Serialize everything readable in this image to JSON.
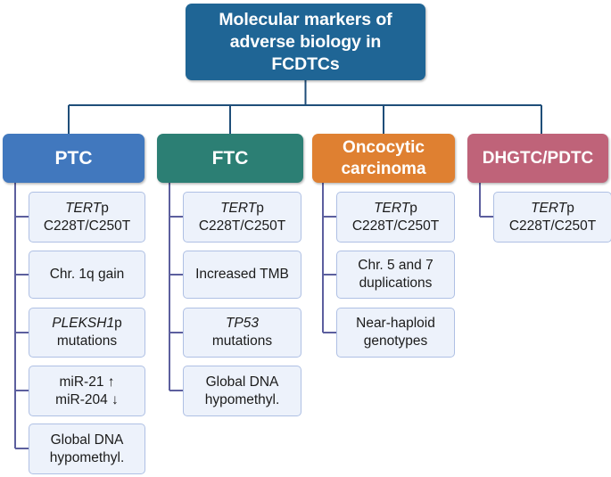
{
  "diagram": {
    "type": "hierarchical-tree",
    "root": {
      "label": "Molecular markers of\nadverse biology in\nFCDTCs",
      "color": "#1F6595",
      "text_color": "#FFFFFF"
    },
    "connector_colors": {
      "root_trunk": "#1F4E79",
      "branch_rail": "#5C5F9E"
    },
    "item_style": {
      "fill": "#EDF2FB",
      "border": "#AFC0E4",
      "text_color": "#1B1B1B"
    },
    "categories": [
      {
        "id": "ptc",
        "label": "PTC",
        "color": "#4178BE",
        "items": [
          {
            "label": "TERTp\nC228T/C250T",
            "italic_prefix": "TERT"
          },
          {
            "label": "Chr. 1q gain",
            "italic_prefix": ""
          },
          {
            "label": "PLEKSH1p\nmutations",
            "italic_prefix": "PLEKSH1"
          },
          {
            "label": "miR-21 ↑\nmiR-204 ↓",
            "italic_prefix": ""
          },
          {
            "label": "Global DNA\nhypomethyl.",
            "italic_prefix": ""
          }
        ]
      },
      {
        "id": "ftc",
        "label": "FTC",
        "color": "#2C7F74",
        "items": [
          {
            "label": "TERTp\nC228T/C250T",
            "italic_prefix": "TERT"
          },
          {
            "label": "Increased TMB",
            "italic_prefix": ""
          },
          {
            "label": "TP53\nmutations",
            "italic_prefix": "TP53"
          },
          {
            "label": "Global DNA\nhypomethyl.",
            "italic_prefix": ""
          }
        ]
      },
      {
        "id": "oncocytic",
        "label": "Oncocytic\ncarcinoma",
        "color": "#DF8031",
        "items": [
          {
            "label": "TERTp\nC228T/C250T",
            "italic_prefix": "TERT"
          },
          {
            "label": "Chr. 5 and 7\nduplications",
            "italic_prefix": ""
          },
          {
            "label": "Near-haploid\ngenotypes",
            "italic_prefix": ""
          }
        ]
      },
      {
        "id": "dhgtc-pdtc",
        "label": "DHGTC/PDTC",
        "color": "#BF6379",
        "items": [
          {
            "label": "TERTp\nC228T/C250T",
            "italic_prefix": "TERT"
          }
        ]
      }
    ]
  }
}
